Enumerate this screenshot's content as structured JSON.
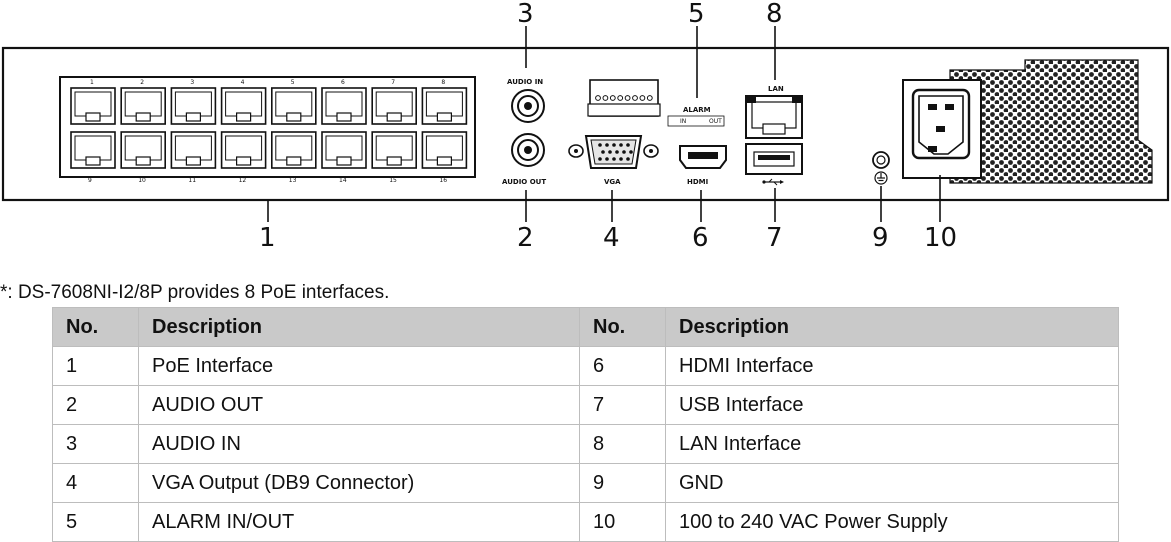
{
  "diagram": {
    "callouts": [
      "1",
      "2",
      "3",
      "4",
      "5",
      "6",
      "7",
      "8",
      "9",
      "10"
    ],
    "port_labels": {
      "audio_in": "AUDIO IN",
      "audio_out": "AUDIO OUT",
      "vga": "VGA",
      "alarm": "ALARM",
      "alarm_in": "IN",
      "alarm_out": "OUT",
      "hdmi": "HDMI",
      "lan": "LAN"
    },
    "poe_top_numbers": [
      "1",
      "2",
      "3",
      "4",
      "5",
      "6",
      "7",
      "8"
    ],
    "poe_bottom_numbers": [
      "9",
      "10",
      "11",
      "12",
      "13",
      "14",
      "15",
      "16"
    ]
  },
  "footnote": "*: DS-7608NI-I2/8P provides 8 PoE interfaces.",
  "table": {
    "headers": [
      "No.",
      "Description",
      "No.",
      "Description"
    ],
    "rows": [
      [
        "1",
        "PoE Interface",
        "6",
        "HDMI Interface"
      ],
      [
        "2",
        "AUDIO OUT",
        "7",
        "USB Interface"
      ],
      [
        "3",
        "AUDIO IN",
        "8",
        "LAN Interface"
      ],
      [
        "4",
        "VGA Output (DB9 Connector)",
        "9",
        "GND"
      ],
      [
        "5",
        "ALARM IN/OUT",
        "10",
        "100 to 240 VAC Power Supply"
      ]
    ]
  }
}
